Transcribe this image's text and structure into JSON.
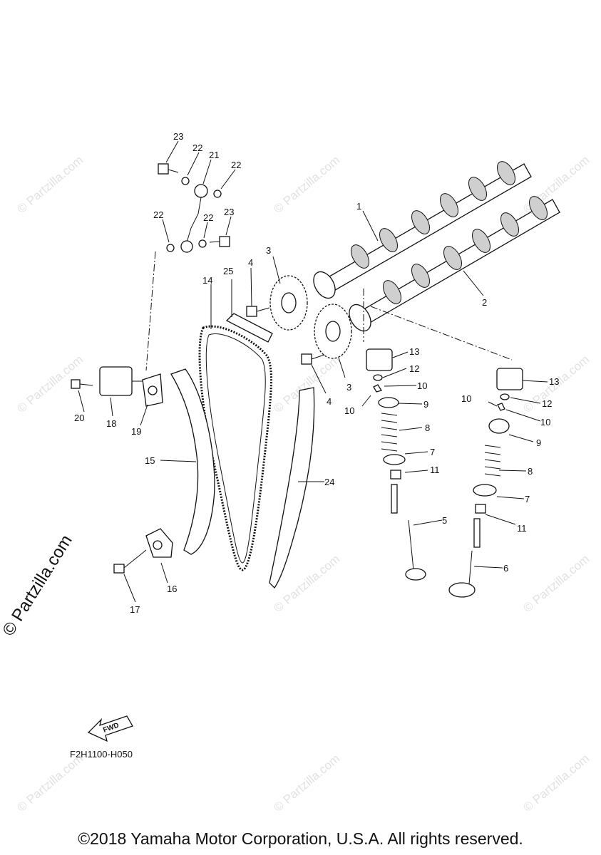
{
  "watermark": "© Partzilla.com",
  "fwd_label": "FWD",
  "diagram_code": "F2H1100-H050",
  "copyright": "©2018 Yamaha Motor Corporation, U.S.A. All rights reserved.",
  "callouts": {
    "c1": "1",
    "c2": "2",
    "c3a": "3",
    "c3b": "3",
    "c4a": "4",
    "c4b": "4",
    "c5": "5",
    "c6": "6",
    "c7a": "7",
    "c7b": "7",
    "c8a": "8",
    "c8b": "8",
    "c9a": "9",
    "c9b": "9",
    "c10a": "10",
    "c10b": "10",
    "c10c": "10",
    "c10d": "10",
    "c11a": "11",
    "c11b": "11",
    "c12a": "12",
    "c12b": "12",
    "c13a": "13",
    "c13b": "13",
    "c14": "14",
    "c15": "15",
    "c16": "16",
    "c17": "17",
    "c18": "18",
    "c19": "19",
    "c20": "20",
    "c21": "21",
    "c22a": "22",
    "c22b": "22",
    "c22c": "22",
    "c22d": "22",
    "c23a": "23",
    "c23b": "23",
    "c24": "24",
    "c25": "25"
  }
}
